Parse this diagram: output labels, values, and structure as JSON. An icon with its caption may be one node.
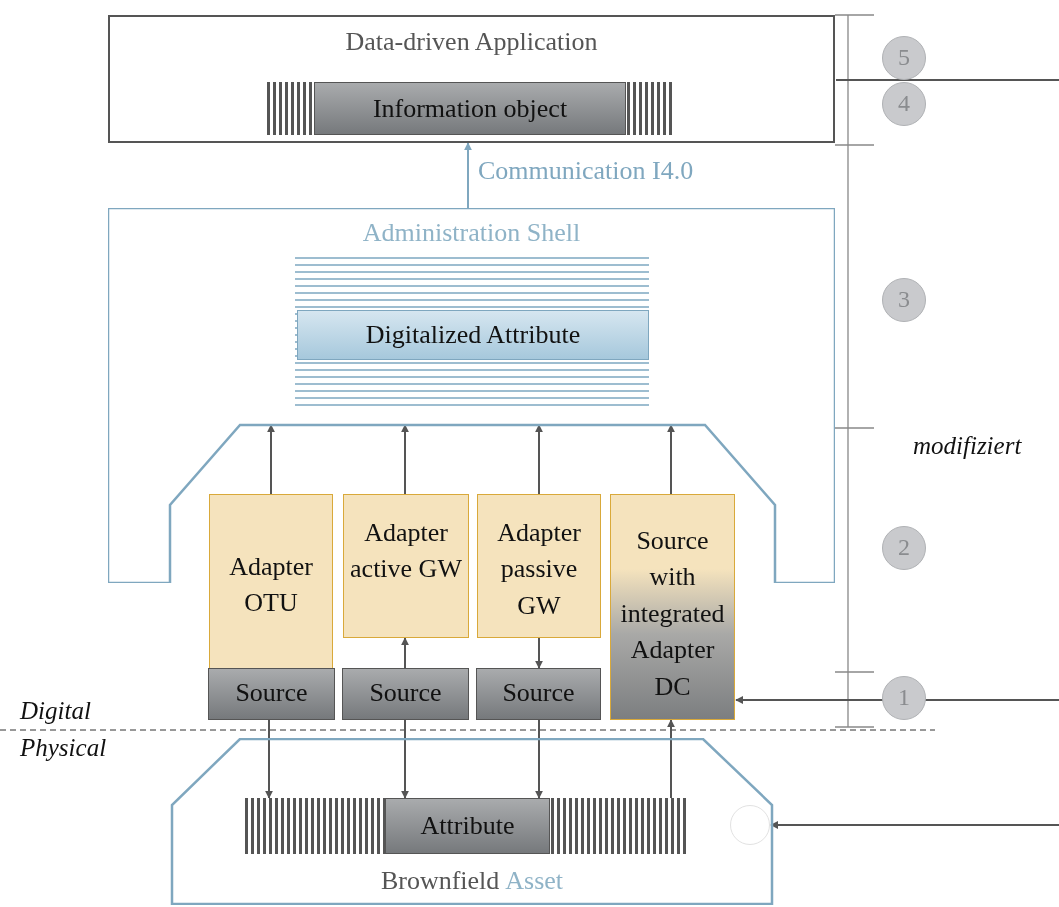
{
  "diagram": {
    "nodes": [
      {
        "text": [
          "Data-driven Application"
        ]
      },
      {
        "text": [
          "Information object"
        ],
        "in": 0
      },
      {
        "text": [
          "Administration Shell"
        ]
      },
      {
        "text": [
          "Digitalized Attribute"
        ],
        "in": 2
      },
      {
        "text": [
          "Adapter OTU"
        ]
      },
      {
        "text": [
          "Adapter active GW"
        ]
      },
      {
        "text": [
          "Adapter passive GW"
        ]
      },
      {
        "text": [
          "Source with integrated Adapter DC"
        ]
      },
      {
        "text": [
          "Source"
        ]
      },
      {
        "text": [
          "Source"
        ]
      },
      {
        "text": [
          "Source"
        ]
      },
      {
        "text": [
          "Brownfield",
          "Asset"
        ]
      },
      {
        "text": [
          "Attribute"
        ],
        "in": 11
      },
      {
        "text": [
          "5"
        ]
      },
      {
        "text": [
          "4"
        ]
      },
      {
        "text": [
          "3"
        ]
      },
      {
        "text": [
          "2"
        ]
      },
      {
        "text": [
          "1"
        ]
      },
      {
        "text": [],
        "shape": "circle",
        "in": 11
      }
    ],
    "edges": [
      {
        "from": 2,
        "to": 0,
        "arrow": "to",
        "label": "Communication I4.0",
        "color": "#7fa7bf"
      },
      {
        "from": 4,
        "to": 2,
        "arrow": "to"
      },
      {
        "from": 5,
        "to": 2,
        "arrow": "to"
      },
      {
        "from": 6,
        "to": 2,
        "arrow": "to"
      },
      {
        "from": 7,
        "to": 2,
        "arrow": "to"
      },
      {
        "from": 9,
        "to": 5,
        "arrow": "to"
      },
      {
        "from": 6,
        "to": 10,
        "arrow": "to"
      },
      {
        "from": 8,
        "to": 12,
        "arrow": "to"
      },
      {
        "from": 9,
        "to": 12,
        "arrow": "to"
      },
      {
        "from": 10,
        "to": 12,
        "arrow": "to"
      },
      {
        "from": 12,
        "to": 7,
        "arrow": "to"
      },
      {
        "from": null,
        "to": 7,
        "arrow": "to"
      },
      {
        "from": null,
        "to": 18,
        "arrow": "to"
      },
      {
        "from": null,
        "to": 0,
        "arrow": "none"
      }
    ],
    "labels": [
      "modifiziert",
      "Digital",
      "Physical"
    ]
  }
}
